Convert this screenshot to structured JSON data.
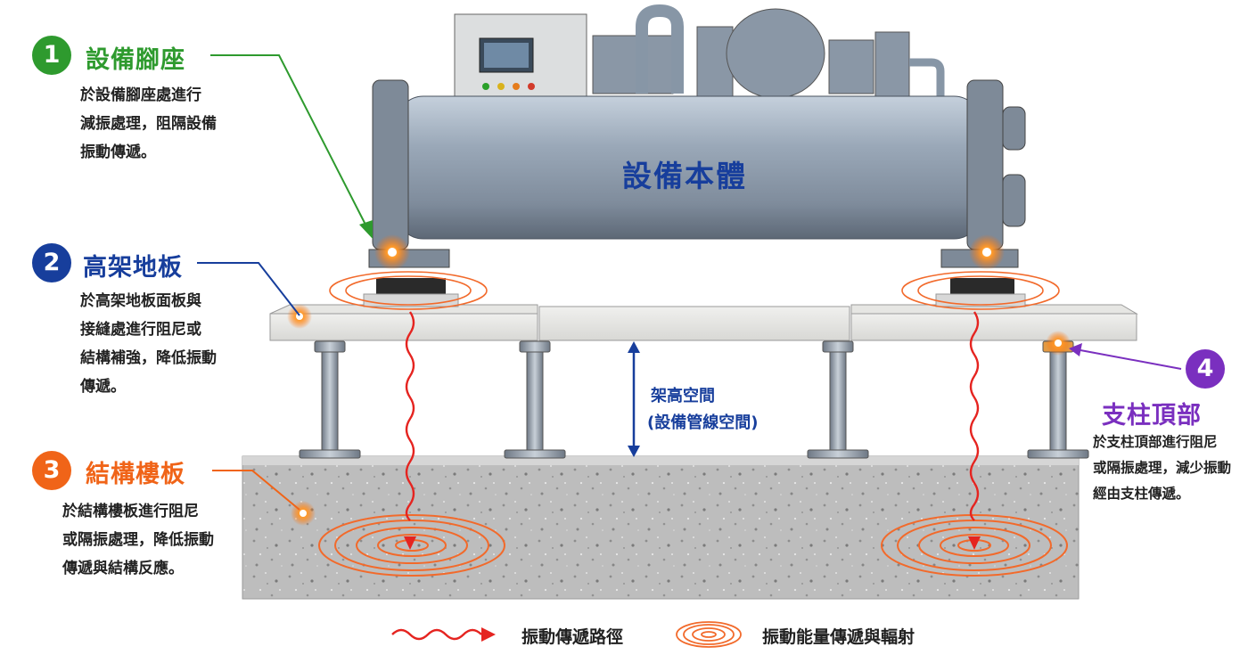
{
  "callouts": [
    {
      "number": "1",
      "title": "設備腳座",
      "desc": "於設備腳座處進行\n減振處理，阻隔設備\n振動傳遞。",
      "color": "#2e9a2e"
    },
    {
      "number": "2",
      "title": "高架地板",
      "desc": "於高架地板面板與\n接縫處進行阻尼或\n結構補強，降低振動\n傳遞。",
      "color": "#173e9c"
    },
    {
      "number": "3",
      "title": "結構樓板",
      "desc": "於結構樓板進行阻尼\n或隔振處理，降低振動\n傳遞與結構反應。",
      "color": "#f06418"
    },
    {
      "number": "4",
      "title": "支柱頂部",
      "desc": "於支柱頂部進行阻尼\n或隔振處理，減少振動\n經由支柱傳遞。",
      "color": "#7a2fbf"
    }
  ],
  "labels": {
    "equipment_body": "設備本體",
    "raised_space_line1": "架高空間",
    "raised_space_line2": "(設備管線空間)"
  },
  "legend": {
    "path_label": "振動傳遞路徑",
    "energy_label": "振動能量傳遞與輻射"
  },
  "colors": {
    "vibration": "#e52420",
    "ripple": "#f26a2b",
    "equipment": "#8c9aab",
    "concrete": "#c8c8c8"
  }
}
